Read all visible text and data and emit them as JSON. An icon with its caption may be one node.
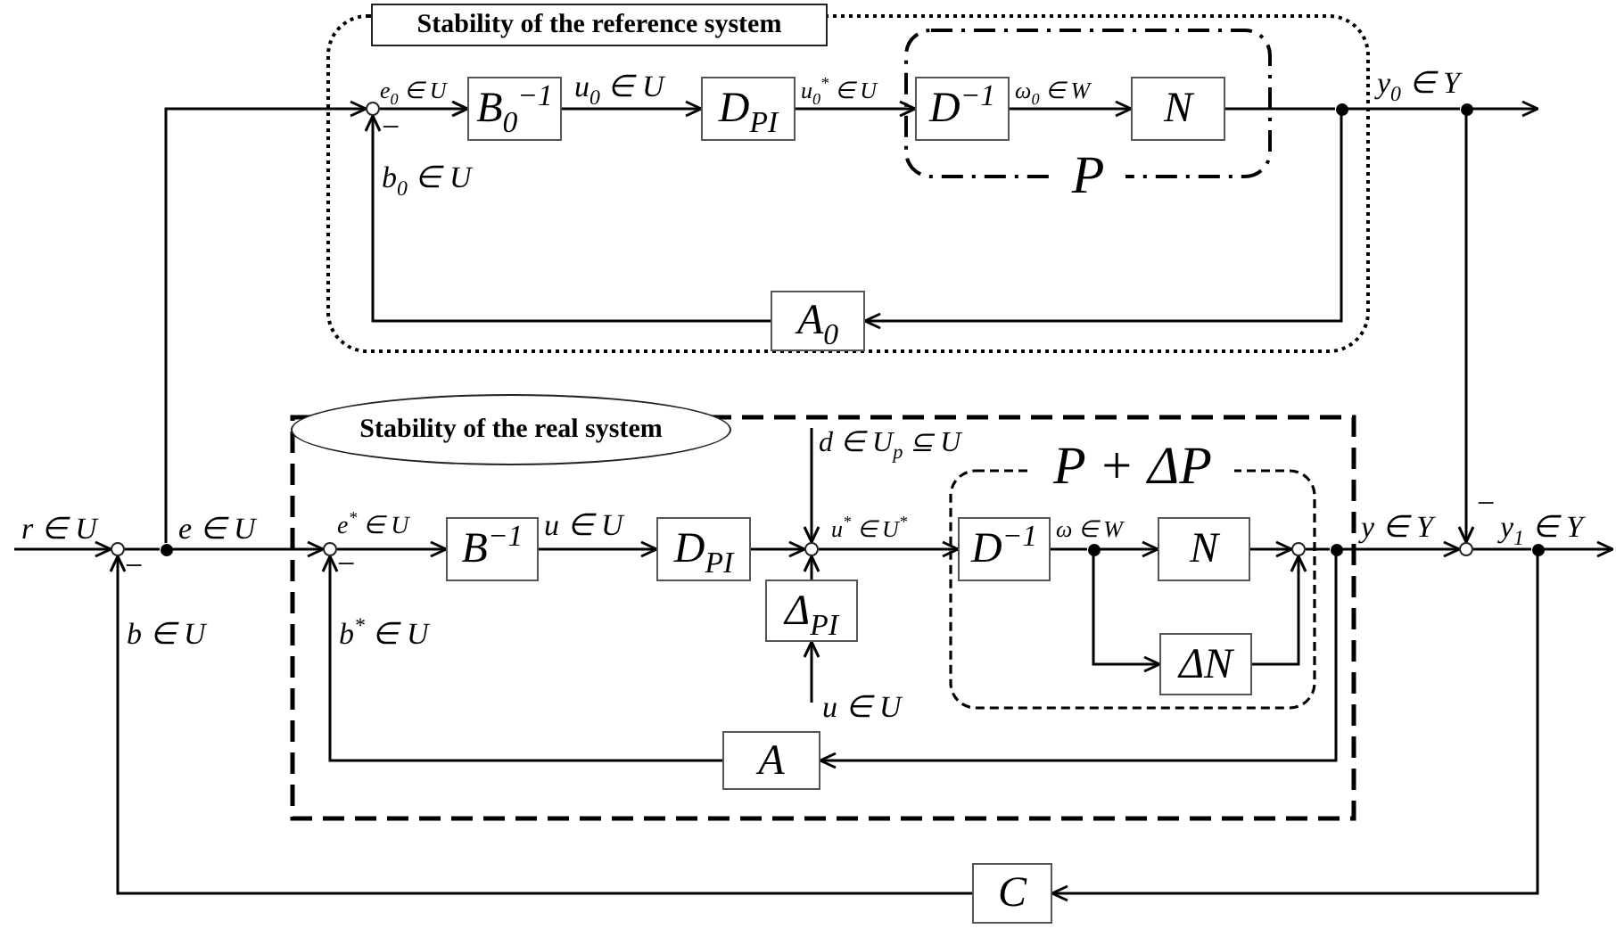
{
  "diagram": {
    "nodes": [
      {
        "text": [
          "Stability of the reference system"
        ]
      },
      {
        "text": [],
        "shape": "circle",
        "in": 0
      },
      {
        "text": [
          "B$_{0}$$^{−1}$"
        ],
        "in": 0
      },
      {
        "text": [
          "D$_{PI}$"
        ],
        "in": 0
      },
      {
        "text": [
          "P"
        ],
        "in": 0
      },
      {
        "text": [
          "D$^{−1}$"
        ],
        "in": 4
      },
      {
        "text": [
          "N"
        ],
        "in": 4
      },
      {
        "text": [],
        "shape": "dot",
        "in": 0
      },
      {
        "text": [
          "A$_{0}$"
        ],
        "in": 0
      },
      {
        "text": [],
        "shape": "dot"
      },
      {
        "text": [
          "Stability of the real system"
        ]
      },
      {
        "text": [],
        "shape": "circle"
      },
      {
        "text": [],
        "shape": "dot"
      },
      {
        "text": [],
        "shape": "circle",
        "in": 10
      },
      {
        "text": [
          "B$^{−1}$"
        ],
        "in": 10
      },
      {
        "text": [
          "D$_{PI}$"
        ],
        "in": 10
      },
      {
        "text": [],
        "shape": "circle",
        "in": 10
      },
      {
        "text": [
          "Δ$_{PI}$"
        ],
        "in": 10
      },
      {
        "text": [
          "P + ΔP"
        ],
        "in": 10
      },
      {
        "text": [
          "D$^{−1}$"
        ],
        "in": 18
      },
      {
        "text": [],
        "shape": "dot",
        "in": 18
      },
      {
        "text": [
          "N"
        ],
        "in": 18
      },
      {
        "text": [
          "ΔN"
        ],
        "in": 18
      },
      {
        "text": [],
        "shape": "circle",
        "in": 18
      },
      {
        "text": [],
        "shape": "dot",
        "in": 10
      },
      {
        "text": [
          "A"
        ],
        "in": 10
      },
      {
        "text": [],
        "shape": "circle"
      },
      {
        "text": [],
        "shape": "dot"
      },
      {
        "text": [
          "C"
        ]
      }
    ],
    "edges": [
      {
        "from": null,
        "to": 11,
        "arrow": "to",
        "label": "r ∈ U"
      },
      {
        "from": 11,
        "to": 12,
        "arrow": "none"
      },
      {
        "from": 12,
        "to": 13,
        "arrow": "to",
        "label": "e ∈ U"
      },
      {
        "from": 12,
        "to": 1,
        "arrow": "to"
      },
      {
        "from": 1,
        "to": 2,
        "arrow": "to",
        "label": "e$_{0}$ ∈ U"
      },
      {
        "from": 2,
        "to": 3,
        "arrow": "to",
        "label": "u$_{0}$ ∈ U"
      },
      {
        "from": 3,
        "to": 5,
        "arrow": "to",
        "label": "u$_{0}$$^{*}$ ∈ U"
      },
      {
        "from": 5,
        "to": 6,
        "arrow": "to",
        "label": "ω$_{0}$ ∈ W"
      },
      {
        "from": 6,
        "to": 7,
        "arrow": "none"
      },
      {
        "from": 7,
        "to": 9,
        "arrow": "none",
        "label": "y$_{0}$ ∈ Y"
      },
      {
        "from": 9,
        "to": null,
        "arrow": "to"
      },
      {
        "from": 7,
        "to": 8,
        "arrow": "to"
      },
      {
        "from": 8,
        "to": 1,
        "arrow": "to",
        "label": "b$_{0}$ ∈ U"
      },
      {
        "from": 9,
        "to": 26,
        "arrow": "to"
      },
      {
        "from": 13,
        "to": 14,
        "arrow": "to",
        "label": "e$^{*}$ ∈ U"
      },
      {
        "from": 14,
        "to": 15,
        "arrow": "to",
        "label": "u ∈ U"
      },
      {
        "from": 15,
        "to": 16,
        "arrow": "to"
      },
      {
        "from": null,
        "to": 16,
        "arrow": "to",
        "label": "d ∈ U$_{p}$ ⊆ U"
      },
      {
        "from": 17,
        "to": 16,
        "arrow": "to"
      },
      {
        "from": null,
        "to": 17,
        "arrow": "to",
        "label": "u ∈ U"
      },
      {
        "from": 16,
        "to": 19,
        "arrow": "to",
        "label": "u$^{*}$ ∈ U$^{*}$"
      },
      {
        "from": 19,
        "to": 20,
        "arrow": "none",
        "label": "ω ∈ W"
      },
      {
        "from": 20,
        "to": 21,
        "arrow": "to"
      },
      {
        "from": 20,
        "to": 22,
        "arrow": "to"
      },
      {
        "from": 21,
        "to": 23,
        "arrow": "to"
      },
      {
        "from": 22,
        "to": 23,
        "arrow": "to"
      },
      {
        "from": 23,
        "to": 24,
        "arrow": "none"
      },
      {
        "from": 24,
        "to": 26,
        "arrow": "to",
        "label": "y ∈ Y"
      },
      {
        "from": 24,
        "to": 25,
        "arrow": "to"
      },
      {
        "from": 25,
        "to": 13,
        "arrow": "to",
        "label": "b$^{*}$ ∈ U"
      },
      {
        "from": 26,
        "to": 27,
        "arrow": "none",
        "label": "y$_{1}$ ∈ Y"
      },
      {
        "from": 27,
        "to": null,
        "arrow": "to"
      },
      {
        "from": 27,
        "to": 28,
        "arrow": "to"
      },
      {
        "from": 28,
        "to": 11,
        "arrow": "to",
        "label": "b ∈ U"
      }
    ],
    "labels": [
      "−",
      "−",
      "−",
      "−"
    ]
  }
}
